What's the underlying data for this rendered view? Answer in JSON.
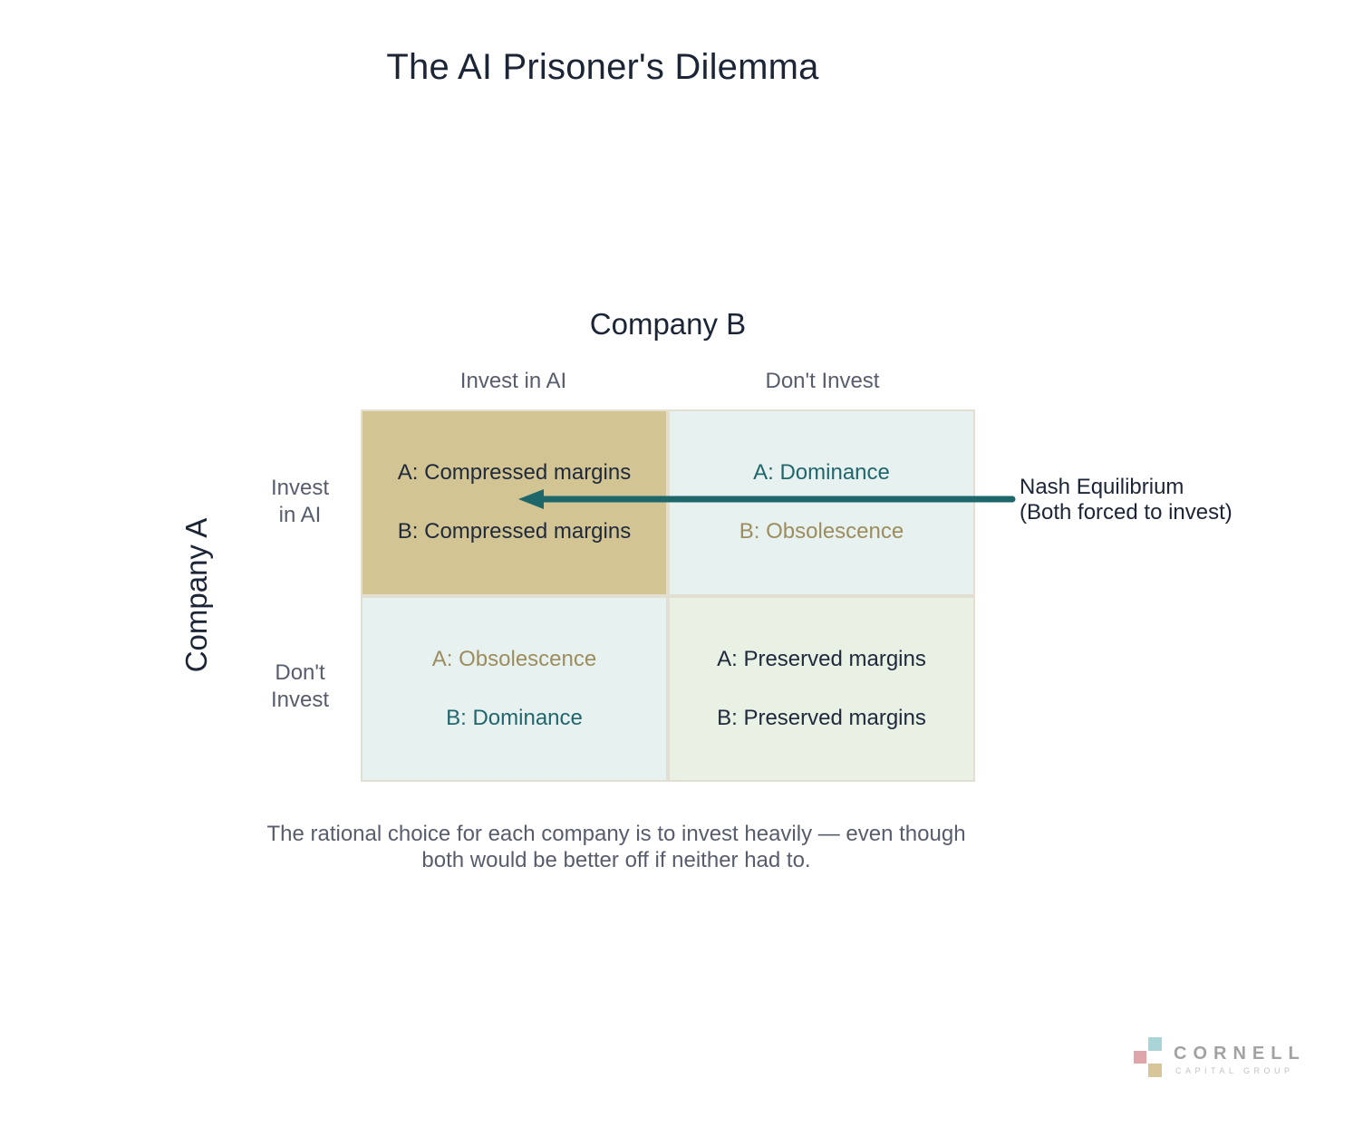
{
  "title": "The AI Prisoner's Dilemma",
  "matrix": {
    "company_b_label": "Company B",
    "company_a_label": "Company A",
    "col_headers": [
      "Invest in AI",
      "Don't Invest"
    ],
    "row_headers": [
      {
        "line1": "Invest",
        "line2": "in AI"
      },
      {
        "line1": "Don't",
        "line2": "Invest"
      }
    ],
    "cells": [
      {
        "a": "A: Compressed margins",
        "b": "B: Compressed margins"
      },
      {
        "a": "A: Dominance",
        "b": "B: Obsolescence"
      },
      {
        "a": "A: Obsolescence",
        "b": "B: Dominance"
      },
      {
        "a": "A: Preserved margins",
        "b": "B: Preserved margins"
      }
    ]
  },
  "annotation": {
    "line1": "Nash Equilibrium",
    "line2": "(Both forced to invest)"
  },
  "caption": {
    "line1": "The rational choice for each company is to invest heavily — even though",
    "line2": "both would be better off if neither had to."
  },
  "logo": {
    "name": "CORNELL",
    "subtitle": "CAPITAL GROUP"
  },
  "colors": {
    "title_navy": "#1c2536",
    "cell_text_navy": "#202a3c",
    "label_gray": "#575d6c",
    "teal_accent": "#21666c",
    "olive_accent": "#9d8d5d",
    "arrow_teal": "#1d676b",
    "cell_tan_bg": "#d3c593",
    "cell_light_teal_bg": "#e6f1f0",
    "cell_light_green_bg": "#e9f0e4",
    "grid_line": "#e2ded2",
    "logo_gray": "#a2a2a2",
    "logo_blue": "#a9d4d8",
    "logo_pink": "#dfa6aa",
    "logo_tan": "#d8c69b"
  }
}
